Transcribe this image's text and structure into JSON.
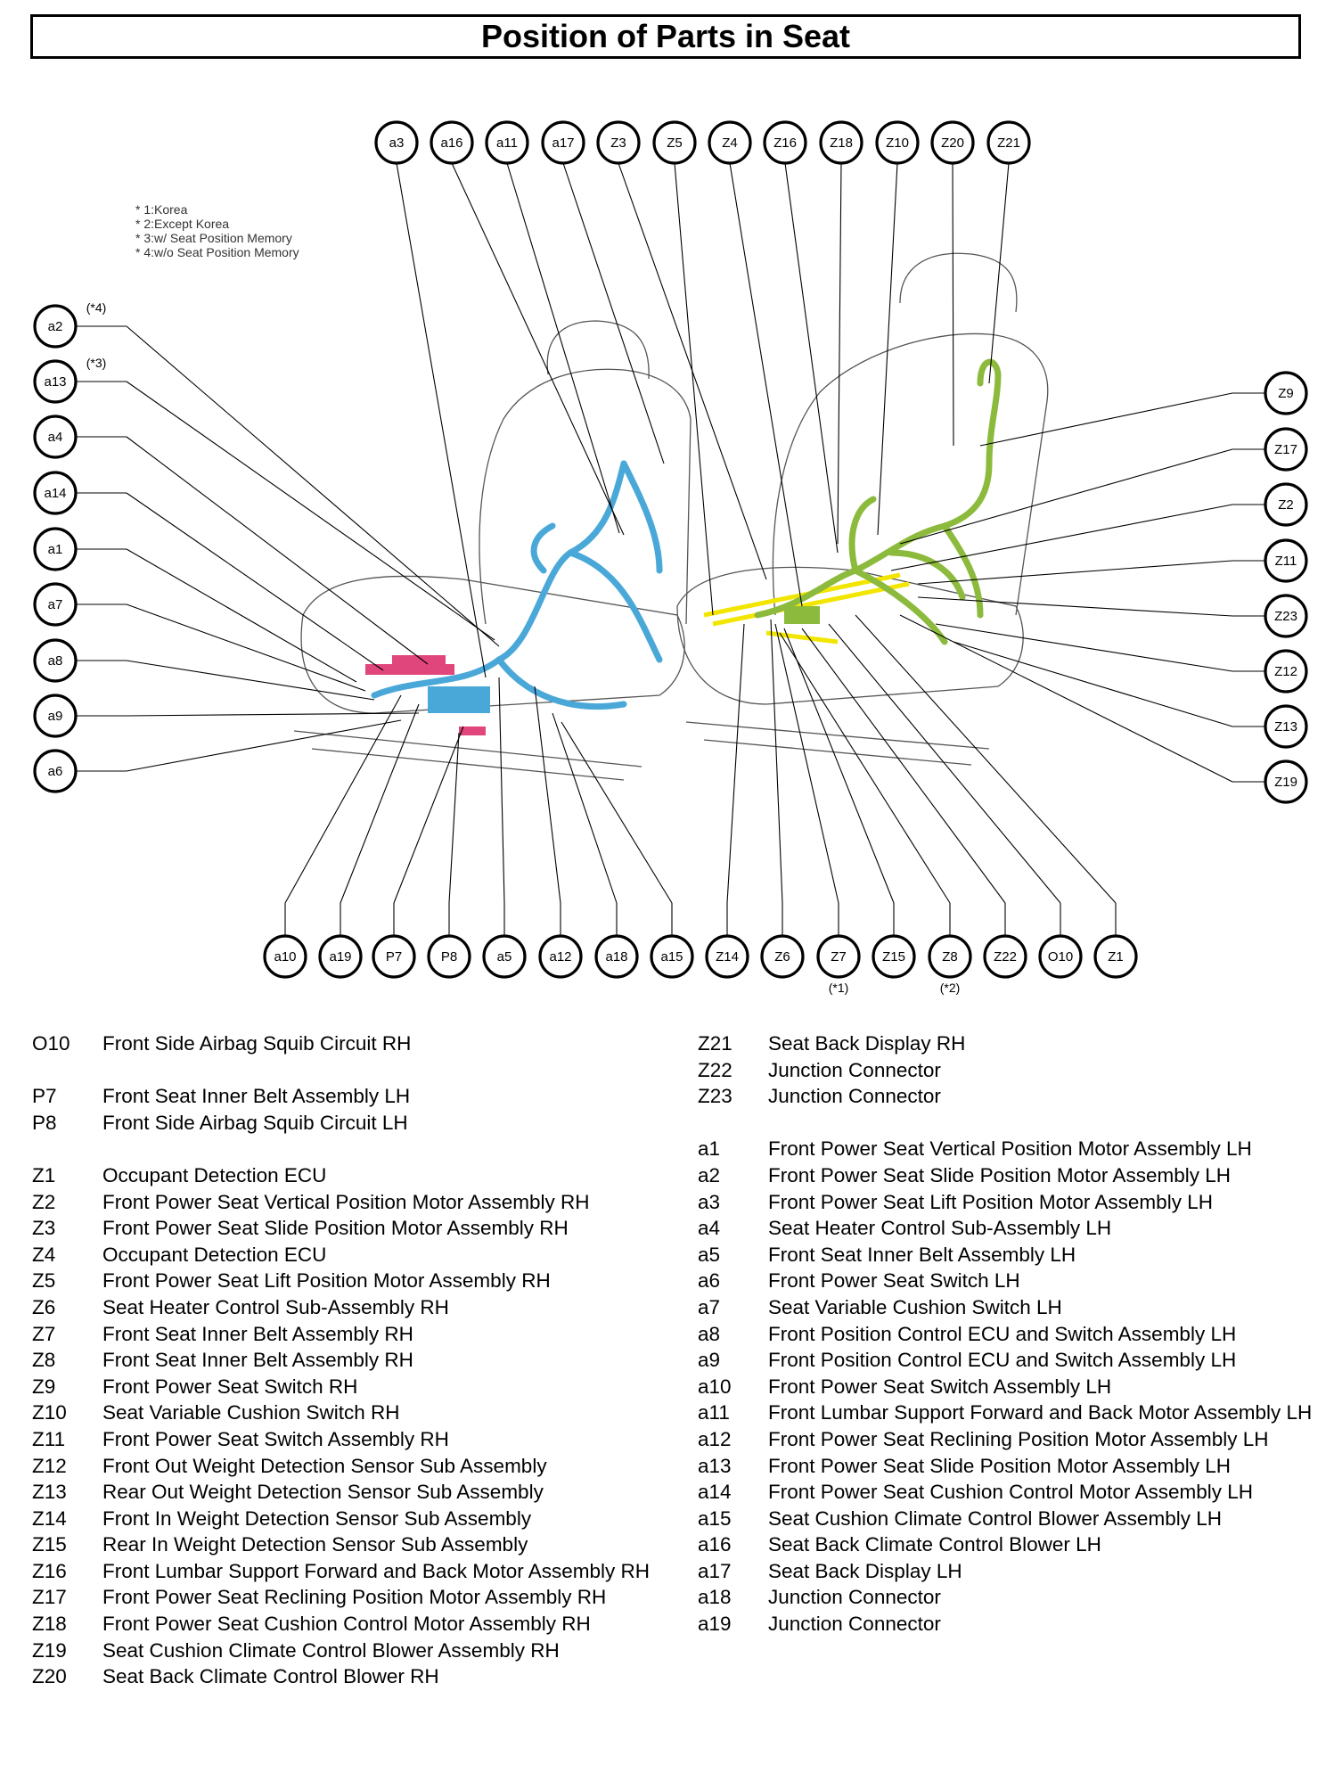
{
  "title": "Position of Parts in Seat",
  "notes": [
    "* 1:Korea",
    "* 2:Except Korea",
    "* 3:w/ Seat Position Memory",
    "* 4:w/o Seat Position Memory"
  ],
  "callouts": {
    "top": [
      "a3",
      "a16",
      "a11",
      "a17",
      "Z3",
      "Z5",
      "Z4",
      "Z16",
      "Z18",
      "Z10",
      "Z20",
      "Z21"
    ],
    "left": [
      {
        "id": "a2",
        "note": "(*4)"
      },
      {
        "id": "a13",
        "note": "(*3)"
      },
      {
        "id": "a4",
        "note": ""
      },
      {
        "id": "a14",
        "note": ""
      },
      {
        "id": "a1",
        "note": ""
      },
      {
        "id": "a7",
        "note": ""
      },
      {
        "id": "a8",
        "note": ""
      },
      {
        "id": "a9",
        "note": ""
      },
      {
        "id": "a6",
        "note": ""
      }
    ],
    "right": [
      "Z9",
      "Z17",
      "Z2",
      "Z11",
      "Z23",
      "Z12",
      "Z13",
      "Z19"
    ],
    "bottom": [
      {
        "id": "a10",
        "note": ""
      },
      {
        "id": "a19",
        "note": ""
      },
      {
        "id": "P7",
        "note": ""
      },
      {
        "id": "P8",
        "note": ""
      },
      {
        "id": "a5",
        "note": ""
      },
      {
        "id": "a12",
        "note": ""
      },
      {
        "id": "a18",
        "note": ""
      },
      {
        "id": "a15",
        "note": ""
      },
      {
        "id": "Z14",
        "note": ""
      },
      {
        "id": "Z6",
        "note": ""
      },
      {
        "id": "Z7",
        "note": "(*1)"
      },
      {
        "id": "Z15",
        "note": ""
      },
      {
        "id": "Z8",
        "note": "(*2)"
      },
      {
        "id": "Z22",
        "note": ""
      },
      {
        "id": "O10",
        "note": ""
      },
      {
        "id": "Z1",
        "note": ""
      }
    ]
  },
  "legend_left": [
    {
      "code": "O10",
      "desc": "Front Side Airbag Squib Circuit RH"
    },
    {
      "gap": true
    },
    {
      "code": "P7",
      "desc": "Front Seat Inner Belt Assembly LH"
    },
    {
      "code": "P8",
      "desc": "Front Side Airbag Squib Circuit LH"
    },
    {
      "gap": true
    },
    {
      "code": "Z1",
      "desc": "Occupant Detection ECU"
    },
    {
      "code": "Z2",
      "desc": "Front Power Seat Vertical Position Motor Assembly RH"
    },
    {
      "code": "Z3",
      "desc": "Front Power Seat Slide Position Motor Assembly RH"
    },
    {
      "code": "Z4",
      "desc": "Occupant Detection ECU"
    },
    {
      "code": "Z5",
      "desc": "Front Power Seat Lift Position Motor Assembly RH"
    },
    {
      "code": "Z6",
      "desc": "Seat Heater Control Sub-Assembly RH"
    },
    {
      "code": "Z7",
      "desc": "Front Seat Inner Belt Assembly RH"
    },
    {
      "code": "Z8",
      "desc": "Front Seat Inner Belt Assembly RH"
    },
    {
      "code": "Z9",
      "desc": "Front Power Seat Switch RH"
    },
    {
      "code": "Z10",
      "desc": "Seat Variable Cushion Switch RH"
    },
    {
      "code": "Z11",
      "desc": "Front Power Seat Switch Assembly RH"
    },
    {
      "code": "Z12",
      "desc": "Front Out Weight Detection Sensor Sub Assembly"
    },
    {
      "code": "Z13",
      "desc": "Rear Out Weight Detection Sensor Sub Assembly"
    },
    {
      "code": "Z14",
      "desc": "Front In Weight Detection Sensor Sub Assembly"
    },
    {
      "code": "Z15",
      "desc": "Rear In Weight Detection Sensor Sub Assembly"
    },
    {
      "code": "Z16",
      "desc": "Front Lumbar Support Forward and Back Motor Assembly RH"
    },
    {
      "code": "Z17",
      "desc": "Front Power Seat Reclining Position Motor Assembly RH"
    },
    {
      "code": "Z18",
      "desc": "Front Power Seat Cushion Control Motor Assembly RH"
    },
    {
      "code": "Z19",
      "desc": "Seat Cushion Climate Control Blower Assembly RH"
    },
    {
      "code": "Z20",
      "desc": "Seat Back Climate Control Blower RH"
    }
  ],
  "legend_right": [
    {
      "code": "Z21",
      "desc": "Seat Back Display RH"
    },
    {
      "code": "Z22",
      "desc": "Junction Connector"
    },
    {
      "code": "Z23",
      "desc": "Junction Connector"
    },
    {
      "gap": true
    },
    {
      "code": "a1",
      "desc": "Front Power Seat Vertical Position Motor Assembly LH"
    },
    {
      "code": "a2",
      "desc": "Front Power Seat Slide Position Motor Assembly LH"
    },
    {
      "code": "a3",
      "desc": "Front Power Seat Lift Position Motor Assembly LH"
    },
    {
      "code": "a4",
      "desc": "Seat Heater Control Sub-Assembly LH"
    },
    {
      "code": "a5",
      "desc": "Front Seat Inner Belt Assembly LH"
    },
    {
      "code": "a6",
      "desc": "Front Power Seat Switch LH"
    },
    {
      "code": "a7",
      "desc": "Seat Variable Cushion Switch LH"
    },
    {
      "code": "a8",
      "desc": "Front Position Control ECU and Switch Assembly LH"
    },
    {
      "code": "a9",
      "desc": "Front Position Control ECU and Switch Assembly LH"
    },
    {
      "code": "a10",
      "desc": "Front Power Seat Switch Assembly LH"
    },
    {
      "code": "a11",
      "desc": "Front Lumbar Support Forward and Back Motor Assembly LH"
    },
    {
      "code": "a12",
      "desc": "Front Power Seat Reclining Position Motor Assembly LH"
    },
    {
      "code": "a13",
      "desc": "Front Power Seat Slide Position Motor Assembly LH"
    },
    {
      "code": "a14",
      "desc": "Front Power Seat Cushion Control Motor Assembly LH"
    },
    {
      "code": "a15",
      "desc": "Seat Cushion Climate Control Blower Assembly LH"
    },
    {
      "code": "a16",
      "desc": "Seat Back Climate Control Blower LH"
    },
    {
      "code": "a17",
      "desc": "Seat Back Display LH"
    },
    {
      "code": "a18",
      "desc": "Junction Connector"
    },
    {
      "code": "a19",
      "desc": "Junction Connector"
    }
  ],
  "colors": {
    "lh_harness": "#4aa8d8",
    "rh_harness": "#8cba3c",
    "floor_harness": "#f2e600",
    "lh_airbag": "#e0457b"
  }
}
